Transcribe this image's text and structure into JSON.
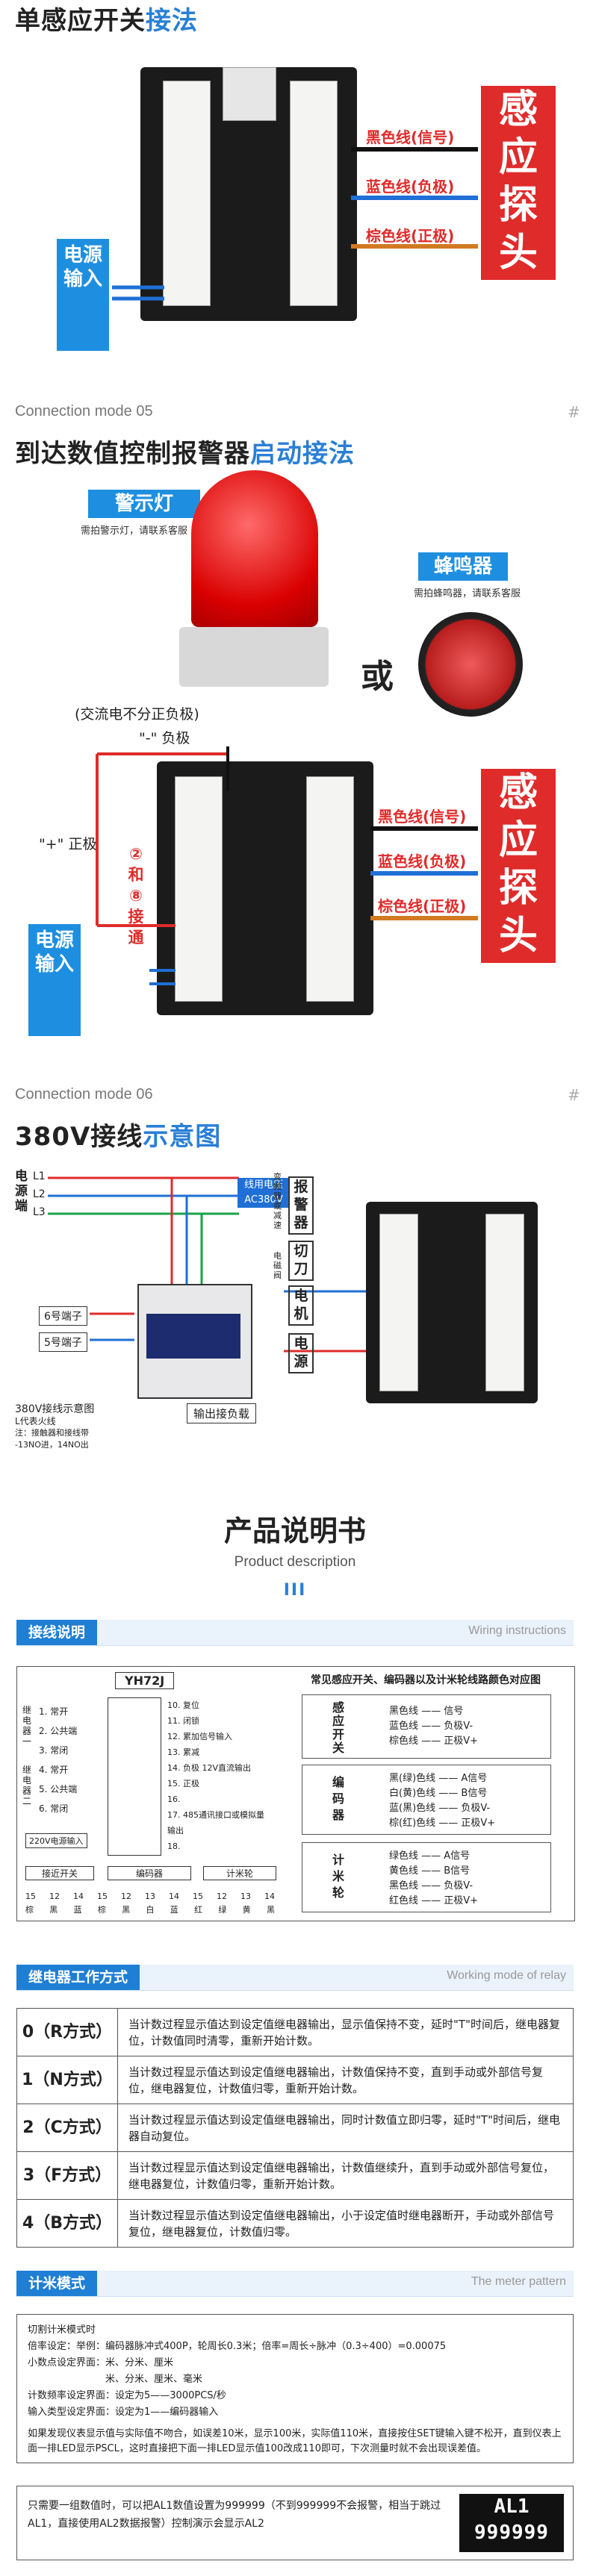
{
  "sec1": {
    "title_black": "单感应开关",
    "title_blue": "接法",
    "wires": [
      "黑色线(信号)",
      "蓝色线(负极)",
      "棕色线(正极)"
    ],
    "sensor_label": "感应探头",
    "power_label": "电源输入"
  },
  "sec2": {
    "connection": "Connection mode 05",
    "hash": "#",
    "title_black": "到达数值控制报警器",
    "title_blue": "启动接法",
    "lamp_title": "警示灯",
    "lamp_sub": "需拍警示灯，请联系客服",
    "buzzer_title": "蜂鸣器",
    "buzzer_sub": "需拍蜂鸣器，请联系客服",
    "or": "或",
    "ac_note": "(交流电不分正负极)",
    "neg_label": "\"-\" 负极",
    "pos_label": "\"+\" 正极",
    "vertical_note": "②和⑧接通",
    "wires": [
      "黑色线(信号)",
      "蓝色线(负极)",
      "棕色线(正极)"
    ],
    "sensor_label": "感应探头",
    "power_label": "电源输入"
  },
  "sec3": {
    "connection": "Connection mode 06",
    "hash": "#",
    "title_black": "380V接线",
    "title_blue": "示意图",
    "power_side": "电源端",
    "lines": [
      "L1",
      "L2",
      "L3"
    ],
    "line_voltage": "线用电压 AC380V",
    "terminal6": "6号端子",
    "terminal5": "5号端子",
    "labels": [
      "报警器",
      "切刀",
      "电机",
      "电源"
    ],
    "side_labels": [
      "变频器或减速",
      "电磁阀"
    ],
    "output_load": "输出接负载",
    "diagram_title": "380V接线示意图",
    "diagram_sub1": "L代表火线",
    "diagram_sub2": "注：接触器和接线带",
    "diagram_sub3": "-13NO进，14NO出"
  },
  "manual": {
    "title": "产品说明书",
    "subtitle": "Product description",
    "mark": "III"
  },
  "wiring": {
    "tag": "接线说明",
    "en": "Wiring instructions",
    "model": "YH72J",
    "left_terms": [
      "1. 常开",
      "2. 公共端",
      "3. 常闭",
      "4. 常开",
      "5. 公共端",
      "6. 常闭"
    ],
    "relay_labels": [
      "继电器一",
      "继电器二"
    ],
    "power_note": "220V电源输入",
    "right_terms": [
      "10. 复位",
      "11. 闭锁",
      "12. 累加信号输入",
      "13. 累减",
      "14. 负极 12V直流输出",
      "15. 正极",
      "16.",
      "17. 485通讯接口或模拟量输出",
      "18."
    ],
    "bottom_groups": [
      "接近开关",
      "编码器",
      "计米轮"
    ],
    "bottom_pins": [
      "15",
      "12",
      "14",
      "15",
      "12",
      "13",
      "14",
      "15",
      "12",
      "13",
      "14"
    ],
    "bottom_colors": [
      "棕",
      "黑",
      "蓝",
      "棕",
      "黑",
      "白",
      "蓝",
      "红",
      "绿",
      "黄",
      "黑"
    ],
    "right_title": "常见感应开关、编码器以及计米轮线路颜色对应图",
    "groups": [
      {
        "name": "感应开关",
        "rows": [
          "黑色线 —— 信号",
          "蓝色线 —— 负极V-",
          "棕色线 —— 正极V+"
        ]
      },
      {
        "name": "编码器",
        "rows": [
          "黑(绿)色线 —— A信号",
          "白(黄)色线 —— B信号",
          "蓝(黑)色线 —— 负极V-",
          "棕(红)色线 —— 正极V+"
        ]
      },
      {
        "name": "计米轮",
        "rows": [
          "绿色线 —— A信号",
          "黄色线 —— B信号",
          "黑色线 —— 负极V-",
          "红色线 —— 正极V+"
        ]
      }
    ]
  },
  "relay": {
    "tag": "继电器工作方式",
    "en": "Working mode of relay",
    "rows": [
      {
        "mode": "0（R方式）",
        "desc": "当计数过程显示值达到设定值继电器输出，显示值保持不变，延时\"T\"时间后，继电器复位，计数值同时清零，重新开始计数。"
      },
      {
        "mode": "1（N方式）",
        "desc": "当计数过程显示值达到设定值继电器输出，计数值保持不变，直到手动或外部信号复位，继电器复位，计数值归零，重新开始计数。"
      },
      {
        "mode": "2（C方式）",
        "desc": "当计数过程显示值达到设定值继电器输出，同时计数值立即归零，延时\"T\"时间后，继电器自动复位。"
      },
      {
        "mode": "3（F方式）",
        "desc": "当计数过程显示值达到设定值继电器输出，计数值继续升，直到手动或外部信号复位，继电器复位，计数值归零，重新开始计数。"
      },
      {
        "mode": "4（B方式）",
        "desc": "当计数过程显示值达到设定值继电器输出，小于设定值时继电器断开，手动或外部信号复位，继电器复位，计数值归零。"
      }
    ]
  },
  "meter": {
    "tag": "计米模式",
    "en": "The meter pattern",
    "lines": [
      "切割计米模式时",
      "倍率设定：举例：编码器脉冲式400P，轮周长0.3米；倍率=周长÷脉冲（0.3÷400）=0.00075",
      "小数点设定界面：米、分米、厘米",
      "　　　　　　　　米、分米、厘米、毫米",
      "计数频率设定界面：设定为5——3000PCS/秒",
      "输入类型设定界面：设定为1——编码器输入"
    ],
    "note": "如果发现仪表显示值与实际值不吻合，如误差10米，显示100米，实际值110米，直接按住SET键输入键不松开，直到仪表上面一排LED显示PSCL，这时直接把下面一排LED显示值100改成110即可，下次测量时就不会出现误差值。"
  },
  "al1": {
    "note": "只需要一组数值时，可以把AL1数值设置为999999（不到999999不会报警，相当于跳过AL1，直接使用AL2数据报警）控制演示会显示AL2",
    "display_top": "AL1",
    "display_bottom": "999999"
  }
}
